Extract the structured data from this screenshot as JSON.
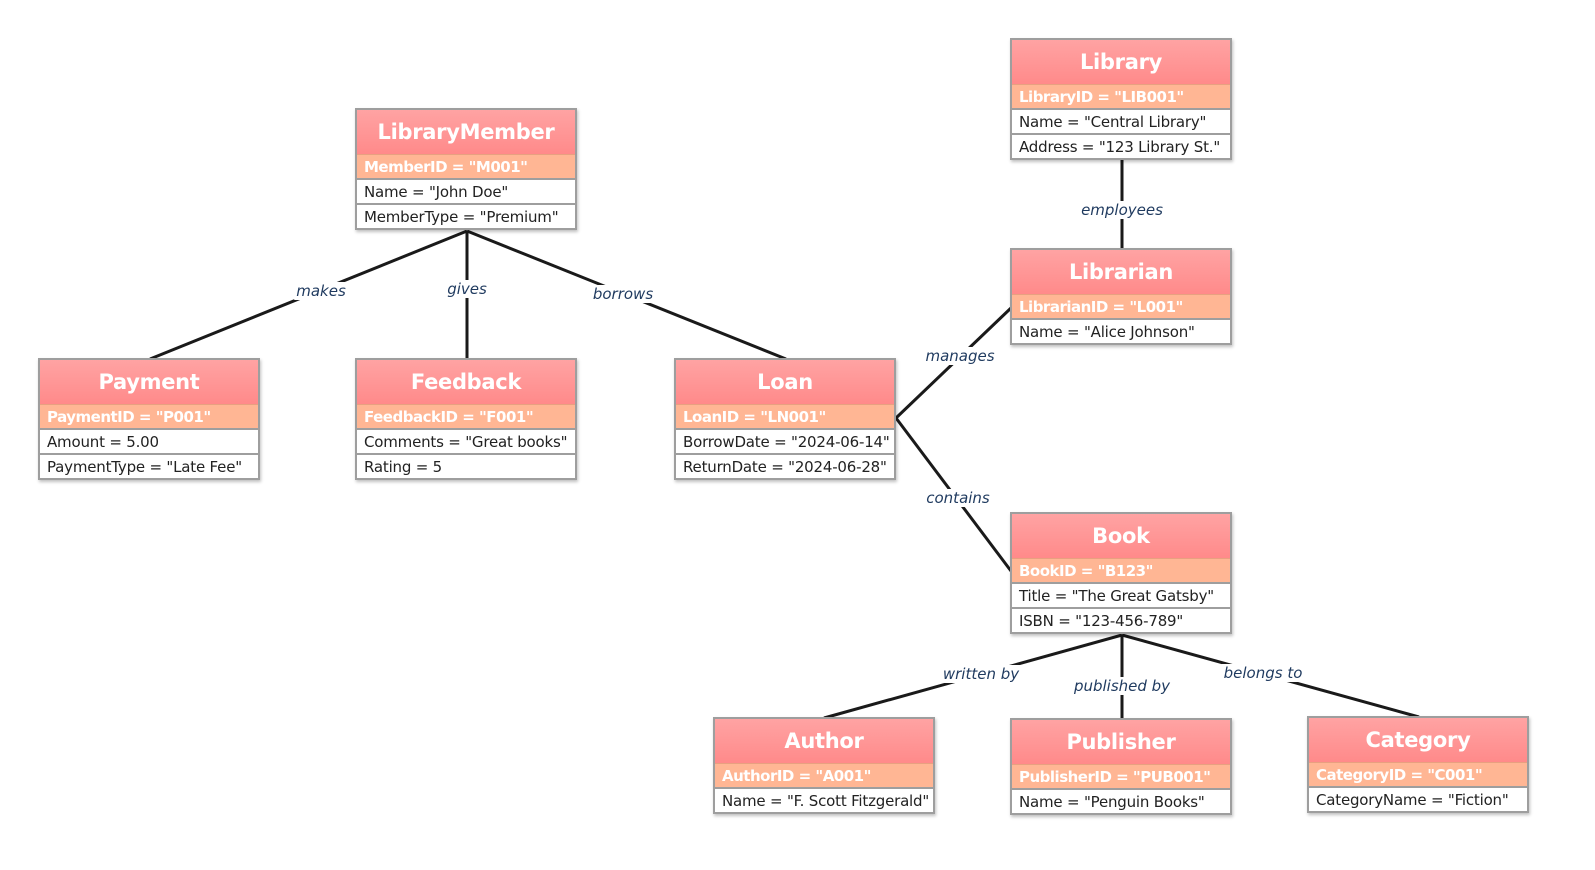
{
  "colors": {
    "header": "#ff9a9a",
    "key_row": "#ffb694",
    "border": "#9e9e9e",
    "edge": "#1a1a1a",
    "edge_label": "#1f3a5f"
  },
  "entities": {
    "library": {
      "title": "Library",
      "key": "LibraryID = \"LIB001\"",
      "attrs": [
        "Name = \"Central Library\"",
        "Address = \"123 Library St.\""
      ]
    },
    "librarian": {
      "title": "Librarian",
      "key": "LibrarianID = \"L001\"",
      "attrs": [
        "Name = \"Alice Johnson\""
      ]
    },
    "member": {
      "title": "LibraryMember",
      "key": "MemberID = \"M001\"",
      "attrs": [
        "Name = \"John Doe\"",
        "MemberType = \"Premium\""
      ]
    },
    "payment": {
      "title": "Payment",
      "key": "PaymentID = \"P001\"",
      "attrs": [
        "Amount = 5.00",
        "PaymentType = \"Late Fee\""
      ]
    },
    "feedback": {
      "title": "Feedback",
      "key": "FeedbackID = \"F001\"",
      "attrs": [
        "Comments = \"Great books\"",
        "Rating = 5"
      ]
    },
    "loan": {
      "title": "Loan",
      "key": "LoanID = \"LN001\"",
      "attrs": [
        "BorrowDate = \"2024-06-14\"",
        "ReturnDate = \"2024-06-28\""
      ]
    },
    "book": {
      "title": "Book",
      "key": "BookID = \"B123\"",
      "attrs": [
        "Title = \"The Great Gatsby\"",
        "ISBN = \"123-456-789\""
      ]
    },
    "author": {
      "title": "Author",
      "key": "AuthorID = \"A001\"",
      "attrs": [
        "Name = \"F. Scott Fitzgerald\""
      ]
    },
    "publisher": {
      "title": "Publisher",
      "key": "PublisherID = \"PUB001\"",
      "attrs": [
        "Name = \"Penguin Books\""
      ]
    },
    "category": {
      "title": "Category",
      "key": "CategoryID = \"C001\"",
      "attrs": [
        "CategoryName = \"Fiction\""
      ]
    }
  },
  "relationships": [
    {
      "from": "library",
      "to": "librarian",
      "label": "employees"
    },
    {
      "from": "member",
      "to": "payment",
      "label": "makes"
    },
    {
      "from": "member",
      "to": "feedback",
      "label": "gives"
    },
    {
      "from": "member",
      "to": "loan",
      "label": "borrows"
    },
    {
      "from": "loan",
      "to": "librarian",
      "label": "manages"
    },
    {
      "from": "loan",
      "to": "book",
      "label": "contains"
    },
    {
      "from": "book",
      "to": "author",
      "label": "written by"
    },
    {
      "from": "book",
      "to": "publisher",
      "label": "published by"
    },
    {
      "from": "book",
      "to": "category",
      "label": "belongs to"
    }
  ]
}
